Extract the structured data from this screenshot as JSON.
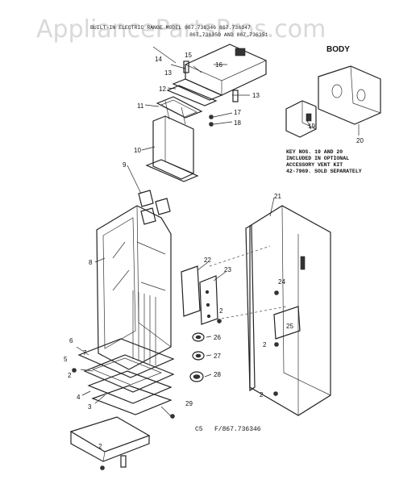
{
  "watermark": "AppliancePartsPros.com",
  "header_line1": "BUILT-IN ELECTRIC RANGE  MODEL 867.736346 867.736347",
  "header_line2": "867.736350 AND 867.736351",
  "section_title": "BODY",
  "note_lines": [
    "KEY NOS. 19 AND 20",
    "INCLUDED IN OPTIONAL",
    "ACCESSORY VENT KIT",
    "42-7969. SOLD SEPARATELY"
  ],
  "footer_left": "C5",
  "footer_right": "F/867.736346",
  "callouts": {
    "c1": "2",
    "c2": "3",
    "c3": "4",
    "c4": "5",
    "c5": "6",
    "c6": "7",
    "c7": "8",
    "c8": "9",
    "c9": "10",
    "c10": "11",
    "c11": "12",
    "c12": "13",
    "c13": "13",
    "c14": "14",
    "c15": "15",
    "c16": "16",
    "c17": "17",
    "c18": "18",
    "c19": "19",
    "c20": "20",
    "c21": "21",
    "c22": "22",
    "c23": "23",
    "c24": "24",
    "c25": "25",
    "c26": "26",
    "c27": "27",
    "c28": "28",
    "c29": "29",
    "c30": "2",
    "c31": "2",
    "c32": "2",
    "c33": "2"
  }
}
